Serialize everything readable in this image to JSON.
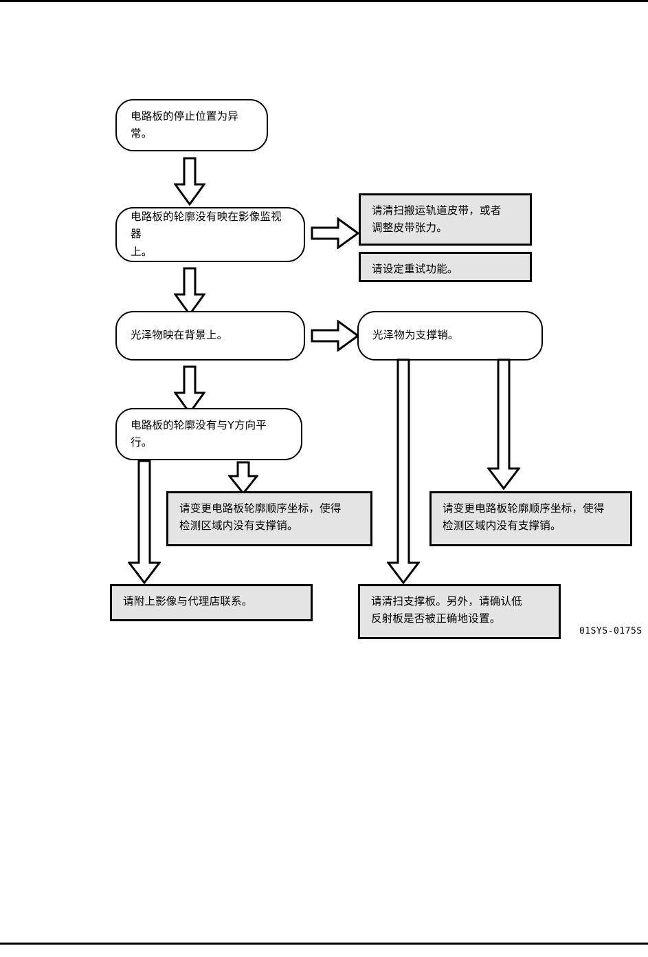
{
  "document": {
    "figure_id": "01SYS-0175S"
  },
  "nodes": {
    "n1": {
      "text": "电路板的停止位置为异常。",
      "shape": "rounded"
    },
    "n2": {
      "text": "电路板的轮廓没有映在影像监视器\n上。",
      "shape": "rounded"
    },
    "n3": {
      "text": "光泽物映在背景上。",
      "shape": "rounded"
    },
    "n4": {
      "text": "光泽物为支撑销。",
      "shape": "rounded"
    },
    "n5": {
      "text": "电路板的轮廓没有与Y方向平行。",
      "shape": "rounded"
    },
    "a1": {
      "text": "请清扫搬运轨道皮带，或者\n调整皮带张力。",
      "shape": "rect"
    },
    "a2": {
      "text": "请设定重试功能。",
      "shape": "rect"
    },
    "a3": {
      "text": "请变更电路板轮廓顺序坐标，使得\n检测区域内没有支撑销。",
      "shape": "rect"
    },
    "a4": {
      "text": "请变更电路板轮廓顺序坐标，使得\n检测区域内没有支撑销。",
      "shape": "rect"
    },
    "a5": {
      "text": "请附上影像与代理店联系。",
      "shape": "rect"
    },
    "a6": {
      "text": "请清扫支撑板。另外，请确认低\n反射板是否被正确地设置。",
      "shape": "rect"
    }
  },
  "arrows": [
    {
      "name": "arrow-n1-to-n2",
      "direction": "down"
    },
    {
      "name": "arrow-n2-to-a1",
      "direction": "right"
    },
    {
      "name": "arrow-n2-to-n3",
      "direction": "down"
    },
    {
      "name": "arrow-n3-to-n4",
      "direction": "right"
    },
    {
      "name": "arrow-n3-to-n5",
      "direction": "down"
    },
    {
      "name": "arrow-n5-to-a3",
      "direction": "down"
    },
    {
      "name": "arrow-n5-to-a5",
      "direction": "down-long"
    },
    {
      "name": "arrow-n4-to-a4",
      "direction": "down-long"
    },
    {
      "name": "arrow-n4-to-a6",
      "direction": "down-long"
    }
  ],
  "colors": {
    "rect_fill": "#e4e4e4",
    "stroke": "#000000",
    "background": "#ffffff"
  }
}
